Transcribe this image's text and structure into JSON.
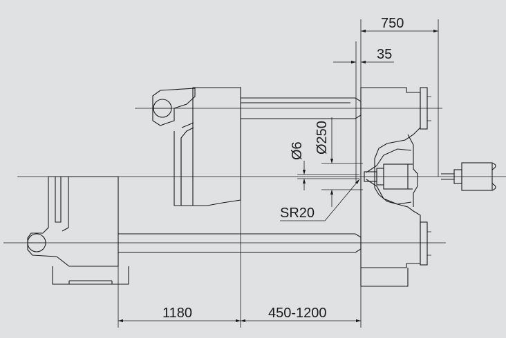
{
  "drawing": {
    "dimensions": {
      "stroke_750": "750",
      "projection_35": "35",
      "diameter_250": "Ø250",
      "diameter_6": "Ø6",
      "sphere_radius": "SR20",
      "distance_1180": "1180",
      "mould_height_range": "450-1200"
    },
    "colors": {
      "background": "#dfe1e2",
      "line": "#1a1a1a"
    }
  }
}
